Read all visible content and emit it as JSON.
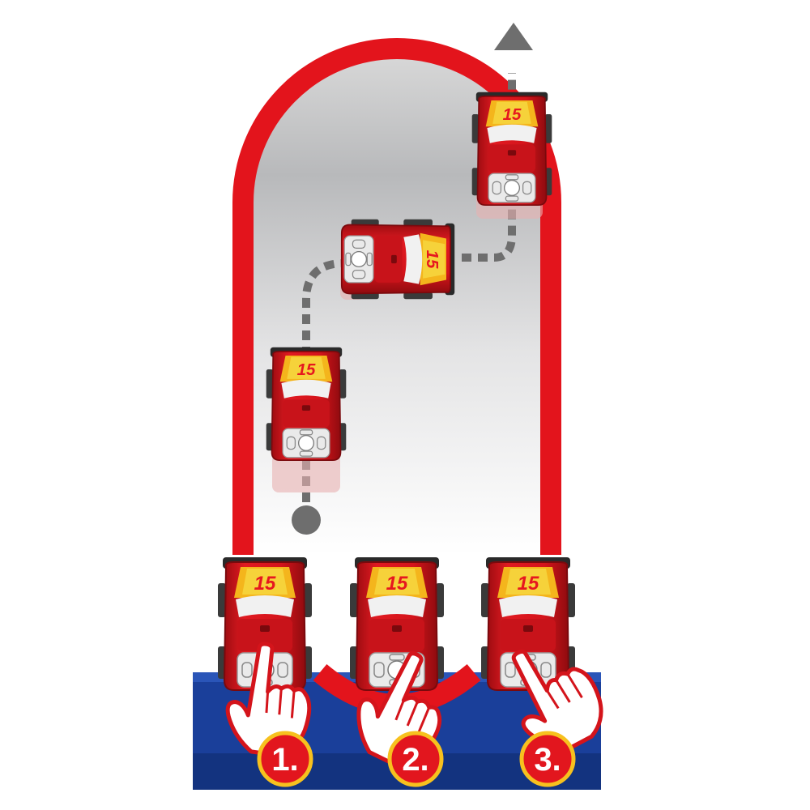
{
  "colors": {
    "track": "#e3141c",
    "car_body": "#d4141b",
    "car_dark": "#8f0b0f",
    "path": "#6e6e6e",
    "base_blue": "#1a3f9a",
    "badge_red": "#e2161e",
    "badge_ring": "#f7c11e",
    "badge_text": "#ffffff"
  },
  "car": {
    "number": "15"
  },
  "steps": [
    {
      "label": "1."
    },
    {
      "label": "2."
    },
    {
      "label": "3."
    }
  ],
  "icons": [
    "car-icon",
    "hand-pointer-icon",
    "arrow-up-icon",
    "dotted-path",
    "start-dot"
  ]
}
